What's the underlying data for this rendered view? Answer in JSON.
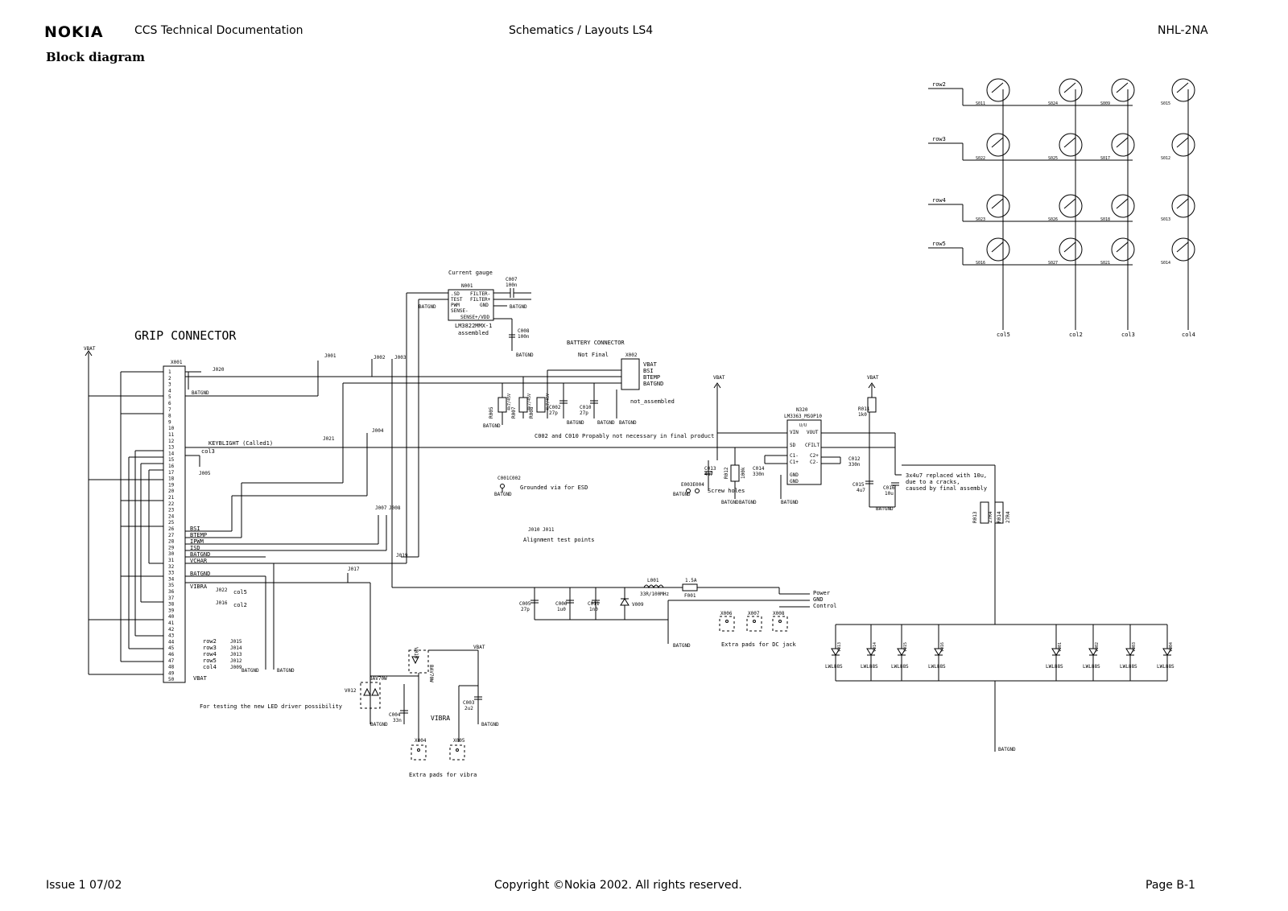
{
  "header": {
    "brand": "NOKIA",
    "doc_title": "CCS Technical Documentation",
    "section": "Schematics / Layouts LS4",
    "model": "NHL-2NA"
  },
  "page_title": "Block diagram",
  "footer": {
    "issue": "Issue 1  07/02",
    "copyright": "Copyright ©Nokia 2002. All rights reserved.",
    "page": "Page B-1"
  },
  "diagram": {
    "grip": {
      "title": "GRIP CONNECTOR",
      "ref": "X001",
      "vbat": "VBAT",
      "batgnd": "BATGND",
      "pins": [
        "1",
        "2",
        "3",
        "4",
        "5",
        "6",
        "7",
        "8",
        "9",
        "10",
        "11",
        "12",
        "13",
        "14",
        "15",
        "16",
        "17",
        "18",
        "19",
        "20",
        "21",
        "22",
        "23",
        "24",
        "25",
        "26",
        "27",
        "28",
        "29",
        "30",
        "31",
        "32",
        "33",
        "34",
        "35",
        "36",
        "37",
        "38",
        "39",
        "40",
        "41",
        "42",
        "43",
        "44",
        "45",
        "46",
        "47",
        "48",
        "49",
        "50"
      ],
      "signals": [
        "BSI",
        "BTEMP",
        "IPWM",
        "ISD",
        "BATGND",
        "VCHAR",
        "BATGND",
        "VIBRA"
      ],
      "keyb": "KEYBLIGHT (Called1)",
      "col3": "col3",
      "col5": "col5",
      "col2": "col2",
      "rows": [
        "row2",
        "row3",
        "row4",
        "row5",
        "col4"
      ],
      "bottom_vbat": "VBAT",
      "testpoints": [
        "J020",
        "J001",
        "J002",
        "J003",
        "J004",
        "J021",
        "J005",
        "J007",
        "J008",
        "J019",
        "J017",
        "J022",
        "J016",
        "J015",
        "J014",
        "J013",
        "J012",
        "J009"
      ]
    },
    "gauge": {
      "title": "Current gauge",
      "ref": "N001",
      "pins_left": [
        ".SD",
        "TEST",
        "PWM",
        "SENSE-"
      ],
      "pins_right": [
        "FILTER-",
        "FILTER+",
        "GND",
        "SENSE+/VDD"
      ],
      "part": "LM3822MMX-1",
      "note": "assembled",
      "batgnd": "BATGND",
      "c007": "C007",
      "c007v": "100n",
      "c008": "C008",
      "c008v": "100n"
    },
    "battery": {
      "title": "BATTERY CONNECTOR",
      "sub": "Not Final",
      "ref": "X002",
      "pins": [
        "VBAT",
        "BSI",
        "BTEMP",
        "BATGND"
      ],
      "note": "not_assembled",
      "resistors": [
        "R005",
        "R007",
        "R008"
      ],
      "rvalues": [
        "4k7/45V",
        "4k7/45V",
        "4k7/45V"
      ],
      "caps": [
        "C002",
        "C010"
      ],
      "cvalues": [
        "27p",
        "27p"
      ],
      "batgnd": "BATGND",
      "note2": "C002 and C010 Propably not necessary in final product"
    },
    "esd": {
      "ref": "C001C002",
      "note": "Grounded via for ESD",
      "batgnd": "BATGND"
    },
    "screw": {
      "ref": "E003E004",
      "note": "Screw holes",
      "batgnd": "BATGND"
    },
    "align": {
      "refs": "J010 J011",
      "note": "Alignment test points"
    },
    "regulator": {
      "ref": "N320",
      "part": "LM3363_MSOP10",
      "tag": "U/U",
      "left": [
        "VIN",
        "SD",
        "C1-",
        "C1+",
        "GND",
        "GND"
      ],
      "right": [
        "VOUT",
        "CFILT",
        "C2+",
        "C2-"
      ],
      "vbat": "VBAT",
      "c013": "C013",
      "c013v": "4u7",
      "r012": "R012",
      "r012v": "100k",
      "c014": "C014",
      "c014v": "330n",
      "c012": "C012",
      "c012v": "330n",
      "c015": "C015",
      "c015v": "4u7",
      "c016": "C016",
      "c016v": "10u",
      "r011": "R011",
      "r011v": "1k0",
      "batgnd": "BATGND",
      "note": "3x4u7 replaced with 10u,\ndue to a cracks,\ncaused by final assembly"
    },
    "leds": {
      "refs": [
        "V013",
        "V014",
        "V015",
        "V016",
        "V001",
        "V002",
        "V003",
        "V004"
      ],
      "part": "LWL88S",
      "r013": "R013",
      "r014": "R014",
      "rv": "27R4",
      "batgnd": "BATGND"
    },
    "power": {
      "l001": "L001",
      "l001v": "33R/100MHz",
      "f001": "F001",
      "f001v": "1.5A",
      "caps": [
        "C005",
        "C006",
        "C011"
      ],
      "cvalues": [
        "27p",
        "1u0",
        "1n0"
      ],
      "diode": "V009",
      "outputs": [
        "Power",
        "GND",
        "Control"
      ],
      "pads": [
        "X006",
        "X007",
        "X008"
      ],
      "pads_note": "Extra pads for DC jack",
      "batgnd": "BATGND"
    },
    "vibra": {
      "title": "VIBRA",
      "v012": "V012",
      "bav": "BAV70W",
      "v010": "V010",
      "c004": "C004",
      "c004v": "33n",
      "c003": "C003",
      "c003v": "2u2",
      "vbat": "VBAT",
      "pads": [
        "X004",
        "X005"
      ],
      "pads_note": "Extra pads for vibra",
      "batgnd": "BATGND",
      "note": "For testing the new LED driver possibility"
    },
    "keypad": {
      "rows": [
        "row2",
        "row3",
        "row4",
        "row5"
      ],
      "cols": [
        "col5",
        "col2",
        "col3",
        "col4"
      ],
      "switches": [
        [
          "S011",
          "S024",
          "S009",
          "S015"
        ],
        [
          "S022",
          "S025",
          "S017",
          "S012"
        ],
        [
          "S023",
          "S026",
          "S018",
          "S013"
        ],
        [
          "S016",
          "S027",
          "S021",
          "S014"
        ]
      ]
    }
  }
}
